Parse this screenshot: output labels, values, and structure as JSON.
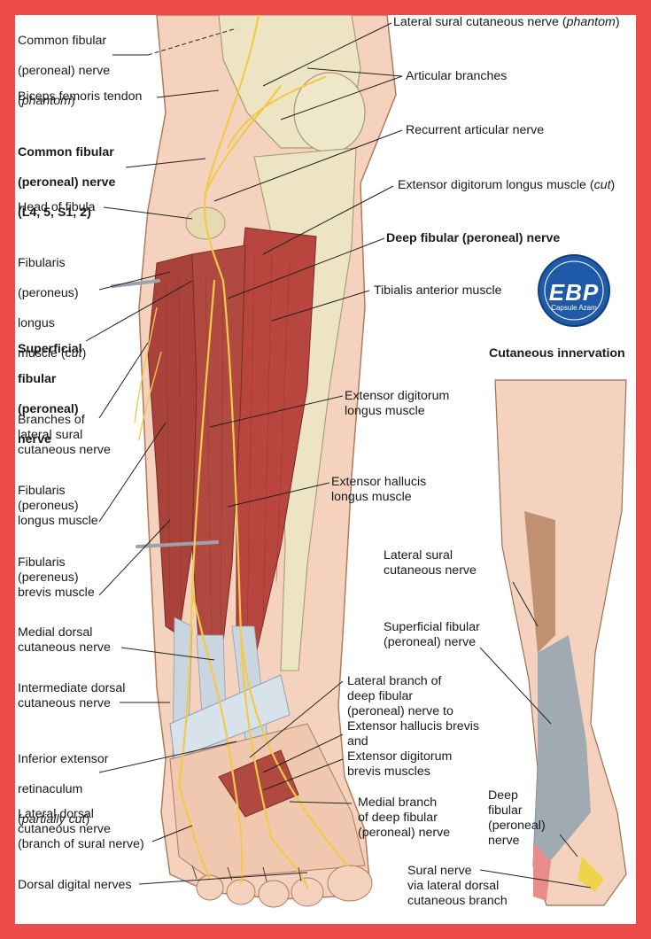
{
  "labels": {
    "common_fibular_phantom_1": "Common fibular",
    "common_fibular_phantom_2": "(peroneal) nerve",
    "common_fibular_phantom_3": "phantom",
    "lateral_sural_phantom": "Lateral sural cutaneous nerve",
    "lateral_sural_phantom_it": "phantom",
    "biceps": "Biceps femoris tendon",
    "articular": "Articular branches",
    "common_fibular_1": "Common fibular",
    "common_fibular_2": "(peroneal) nerve",
    "common_fibular_3": "(L4, 5, S1, 2)",
    "recurrent": "Recurrent articular nerve",
    "head_fibula": "Head of fibula",
    "edl_cut": "Extensor digitorum longus muscle",
    "edl_cut_it": "cut",
    "deep_fibular": "Deep fibular (peroneal) nerve",
    "fib_longus_cut_1": "Fibularis",
    "fib_longus_cut_2": "(peroneus)",
    "fib_longus_cut_3": "longus",
    "fib_longus_cut_4": "muscle",
    "fib_longus_cut_it": "cut",
    "tibialis": "Tibialis anterior muscle",
    "superficial_1": "Superficial",
    "superficial_2": "fibular",
    "superficial_3": "(peroneal)",
    "superficial_4": "nerve",
    "branches_lat_sural": "Branches of\nlateral sural\ncutaneous nerve",
    "edl": "Extensor digitorum\nlongus muscle",
    "fib_longus": "Fibularis\n(peroneus)\nlongus muscle",
    "ehl": "Extensor hallucis\nlongus muscle",
    "fib_brevis": "Fibularis\n(pereneus)\nbrevis muscle",
    "medial_dorsal": "Medial dorsal\ncutaneous nerve",
    "intermediate_dorsal": "Intermediate dorsal\ncutaneous nerve",
    "lateral_branch_deep": "Lateral branch of\ndeep fibular\n(peroneal) nerve to\nExtensor hallucis brevis\nand\nExtensor digitorum\nbrevis muscles",
    "inferior_ret_1": "Inferior extensor",
    "inferior_ret_2": "retinaculum",
    "inferior_ret_3": "partially cut",
    "medial_branch_deep": "Medial branch\nof deep fibular\n(peroneal) nerve",
    "lateral_dorsal": "Lateral dorsal\ncutaneous nerve\n(branch of sural nerve)",
    "dorsal_digital": "Dorsal digital nerves"
  },
  "inset": {
    "title": "Cutaneous innervation",
    "lateral_sural": "Lateral sural\ncutaneous nerve",
    "superficial": "Superficial fibular\n(peroneal) nerve",
    "deep": "Deep\nfibular\n(peroneal)\nnerve",
    "sural": "Sural nerve\nvia lateral dorsal\ncutaneous branch"
  },
  "logo": {
    "text": "EBP",
    "sub": "Capsule Azam"
  },
  "colors": {
    "frame": "#ef4a4a",
    "muscle": "#b9463e",
    "nerve": "#f2c94c",
    "bone": "#ede4c4",
    "tendon": "#c9d6df",
    "skin": "#f4d2bd",
    "lateral_sural_zone": "#b98a67",
    "superficial_zone": "#8fa3b0",
    "deep_zone": "#f0d34a",
    "sural_zone": "#e98c8c",
    "logo": "#1e5aa8"
  }
}
